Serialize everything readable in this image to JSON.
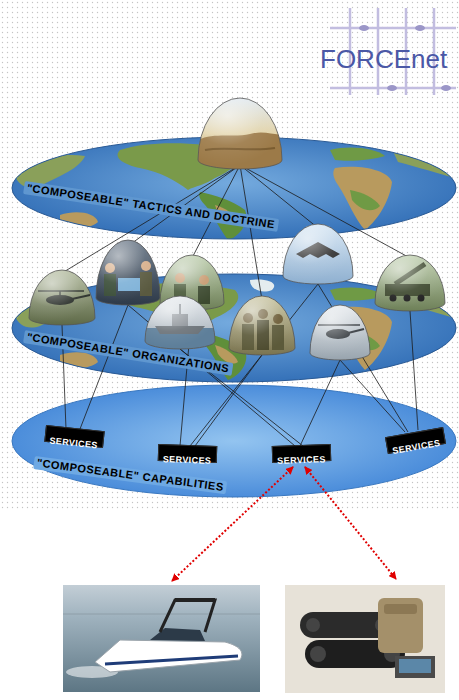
{
  "diagram": {
    "nodes": [
      {
        "text": [
          "\"COMPOSEABLE\" TACTICS AND DOCTRINE"
        ]
      },
      {
        "text": [
          "\"COMPOSEABLE\" ORGANIZATIONS"
        ]
      },
      {
        "text": [
          "\"COMPOSEABLE\" CAPABILITIES"
        ]
      },
      {
        "text": [
          "SERVICES"
        ],
        "in": 2
      },
      {
        "text": [
          "SERVICES"
        ],
        "in": 2
      },
      {
        "text": [
          "SERVICES"
        ],
        "in": 2
      },
      {
        "text": [
          "SERVICES"
        ],
        "in": 2
      }
    ],
    "labels": [
      "FORCEnet"
    ]
  }
}
